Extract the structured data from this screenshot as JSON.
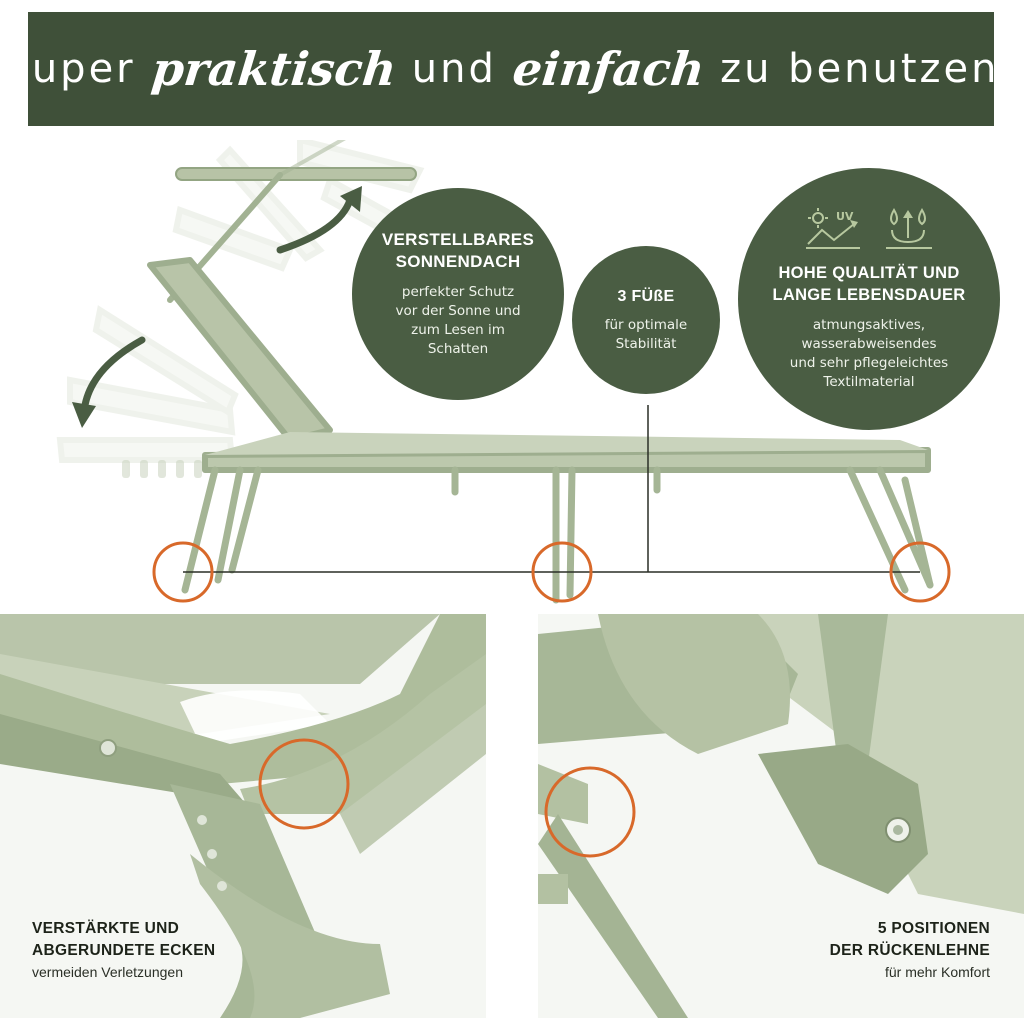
{
  "header": {
    "part1": "Super",
    "script1": "praktisch",
    "part2": "und",
    "script2": "einfach",
    "part3": "zu benutzen!"
  },
  "features": {
    "sunroof": {
      "title_line1": "VERSTELLBARES",
      "title_line2": "SONNENDACH",
      "body_line1": "perfekter Schutz",
      "body_line2": "vor der Sonne und",
      "body_line3": "zum Lesen im",
      "body_line4": "Schatten"
    },
    "feet": {
      "title": "3 FÜßE",
      "body_line1": "für optimale",
      "body_line2": "Stabilität"
    },
    "quality": {
      "uv_label": "UV",
      "title_line1": "HOHE QUALITÄT UND",
      "title_line2": "LANGE LEBENSDAUER",
      "body_line1": "atmungsaktives,",
      "body_line2": "wasserabweisendes",
      "body_line3": "und sehr pflegeleichtes",
      "body_line4": "Textilmaterial"
    }
  },
  "details": {
    "corner": {
      "title_line1": "VERSTÄRKTE UND",
      "title_line2": "ABGERUNDETE ECKEN",
      "body": "vermeiden Verletzungen"
    },
    "backrest": {
      "title_line1": "5 POSITIONEN",
      "title_line2": "DER RÜCKENLEHNE",
      "body": "für mehr Komfort"
    }
  },
  "colors": {
    "brand_dark_green": "#3f5039",
    "bubble_green": "#4a5d43",
    "frame_green": "#a9b898",
    "highlight_orange": "#d8692a"
  },
  "icons": [
    "uv-protection-icon",
    "water-repellent-icon",
    "rotate-arrow-icon"
  ]
}
